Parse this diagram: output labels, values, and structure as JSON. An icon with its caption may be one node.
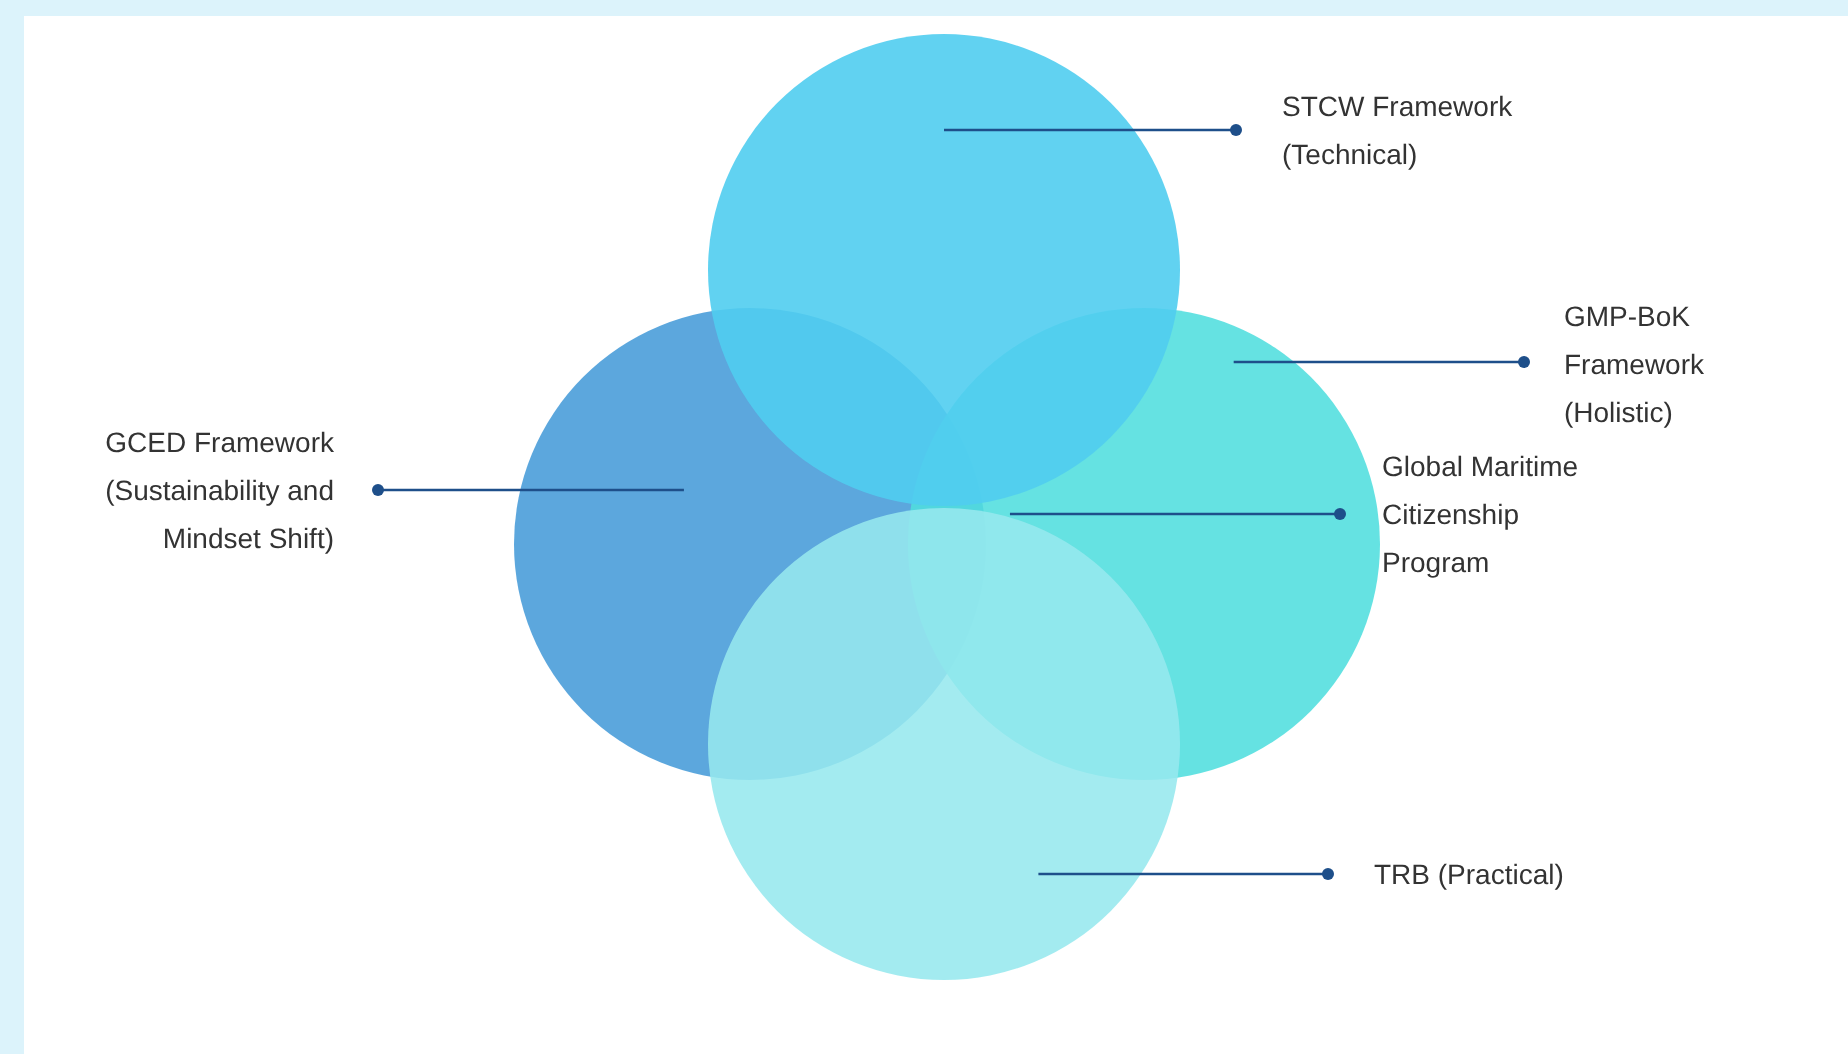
{
  "diagram": {
    "nodes": [
      {
        "text": [],
        "shape": "circle"
      },
      {
        "text": [],
        "shape": "circle"
      },
      {
        "text": [],
        "shape": "circle"
      },
      {
        "text": [],
        "shape": "circle"
      },
      {
        "text": [
          "STCW Framework (Technical)"
        ]
      },
      {
        "text": [
          "GMP-BoK Framework (Holistic)"
        ]
      },
      {
        "text": [
          "GCED Framework (Sustainability and Mindset Shift)"
        ]
      },
      {
        "text": [
          "Global Maritime Citizenship Program"
        ]
      },
      {
        "text": [
          "TRB (Practical)"
        ]
      }
    ],
    "edges": [
      {
        "from": 4,
        "to": 0,
        "arrow": "other"
      },
      {
        "from": 5,
        "to": 2,
        "arrow": "other"
      },
      {
        "from": 6,
        "to": 1,
        "arrow": "other"
      },
      {
        "from": 7,
        "to": 2,
        "arrow": "other"
      },
      {
        "from": 8,
        "to": 3,
        "arrow": "other"
      }
    ]
  }
}
